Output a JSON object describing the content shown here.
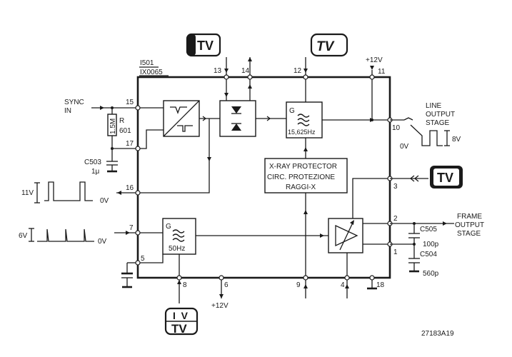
{
  "ic": {
    "ref": "I501",
    "part": "IX0065"
  },
  "inputs": {
    "sync_in_line1": "SYNC",
    "sync_in_line2": "IN"
  },
  "supply": {
    "top": "+12V",
    "bottom": "+12V"
  },
  "blocks": {
    "line_osc_letter": "G",
    "line_osc_freq": "15,625Hz",
    "frame_osc_letter": "G",
    "frame_osc_freq": "50Hz",
    "xray_line1": "X-RAY PROTECTOR",
    "xray_line2": "CIRC. PROTEZIONE",
    "xray_line3": "RAGGI-X"
  },
  "pins": [
    "15",
    "17",
    "16",
    "7",
    "5",
    "13",
    "14",
    "12",
    "11",
    "10",
    "3",
    "2",
    "1",
    "8",
    "6",
    "9",
    "4",
    "18"
  ],
  "components": {
    "r_value": "1.5M",
    "r_ref1": "R",
    "r_ref2": "601",
    "c503_ref": "C503",
    "c503_val": "1μ",
    "c505_ref": "C505",
    "c505_val": "100p",
    "c504_ref": "C504",
    "c504_val": "560p"
  },
  "waveforms": {
    "pin16_amp": "11V",
    "pin16_zero": "0V",
    "pin7_amp": "6V",
    "pin7_zero": "0V",
    "line_out_amp": "8V",
    "line_out_zero": "0V"
  },
  "outputs": {
    "line_1": "LINE",
    "line_2": "OUTPUT",
    "line_3": "STAGE",
    "frame_1": "FRAME",
    "frame_2": "OUTPUT",
    "frame_3": "STAGE"
  },
  "tv_badges": [
    "TV",
    "TV",
    "TV",
    "TV"
  ],
  "figure_code": "27183A19"
}
